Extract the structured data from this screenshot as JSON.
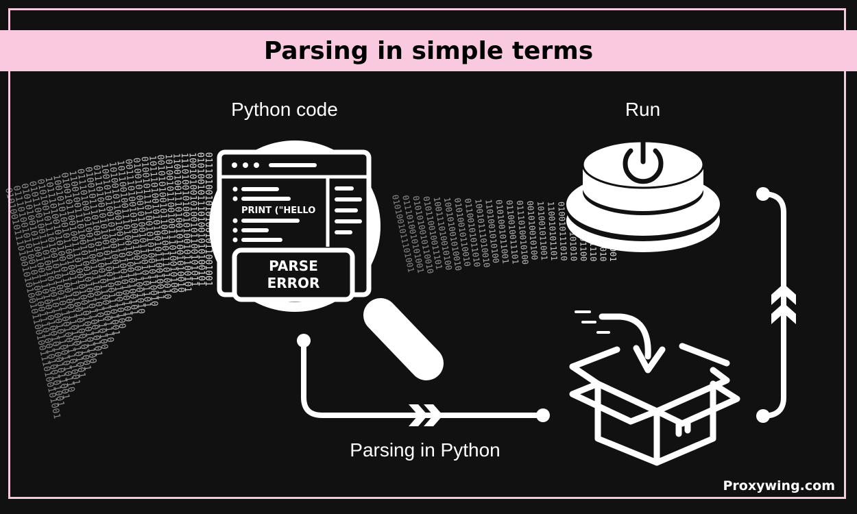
{
  "title": "Parsing in simple terms",
  "labels": {
    "python_code": "Python code",
    "run": "Run",
    "parsing_in_python": "Parsing in Python"
  },
  "code_snippet": "PRINT (\"HELLO",
  "error_box": {
    "line1": "PARSE",
    "line2": "ERROR"
  },
  "watermark": "Proxywing.com",
  "binary_stream": "0101001011101001010100101100100111010010100101001011001010110100101",
  "colors": {
    "background": "#111111",
    "accent_pink": "#f9c9df",
    "foreground": "#ffffff"
  },
  "icons": [
    "magnifier-icon",
    "code-window-icon",
    "power-button-icon",
    "box-icon",
    "arrow-into-box-icon",
    "double-chevron-up-icon",
    "double-chevron-right-icon"
  ]
}
